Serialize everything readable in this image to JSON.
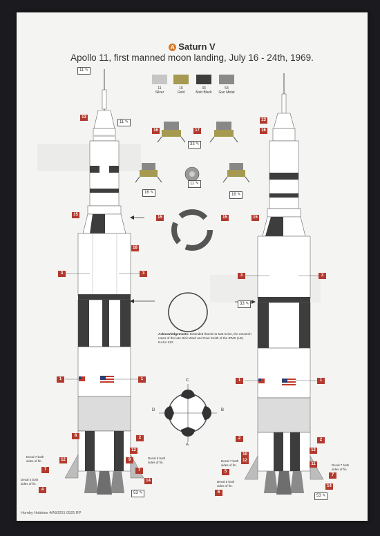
{
  "title": "Saturn V",
  "title_badge": "A",
  "subtitle": "Apollo 11, first manned moon landing, July 16 - 24th, 1969.",
  "paints": [
    {
      "number": "11",
      "name": "Silver",
      "color": "#c6c6c6"
    },
    {
      "number": "16",
      "name": "Gold",
      "color": "#a59a50"
    },
    {
      "number": "33",
      "name": "Matt Black",
      "color": "#3d3d3d"
    },
    {
      "number": "53",
      "name": "Gun Metal",
      "color": "#8a8a8a"
    }
  ],
  "callouts": {
    "n13": "13",
    "n15": "15",
    "n16": "16",
    "n17": "17",
    "n18": "18",
    "n3": "3",
    "n1": "1",
    "n2": "2",
    "n4": "4",
    "n5": "5",
    "n6": "6",
    "n7": "7",
    "n8": "8",
    "n9": "9",
    "n10": "10",
    "n11": "11",
    "n12": "12",
    "n14": "14",
    "p11": "11",
    "p16": "16",
    "p33": "33",
    "p53": "53"
  },
  "notes": {
    "decal7": "Decal 7 both sides of fin.",
    "decal5": "Decal 5 both sides of fin.",
    "decal4": "Decal 4 both sides of fin.",
    "decal6": "Decal 6 both sides of fin."
  },
  "acknowledgement_label": "Acknowledgements:",
  "acknowledgement": "Extended thanks to Mat Irvine, the research notes of the late Dick Ward and Paul Smith of the IPMS (UK) NASA SIG.",
  "compass": {
    "c": "C",
    "a": "A",
    "b": "B",
    "d": "D"
  },
  "footer": "Hornby Hobbies 4/A50201 0525 RP"
}
